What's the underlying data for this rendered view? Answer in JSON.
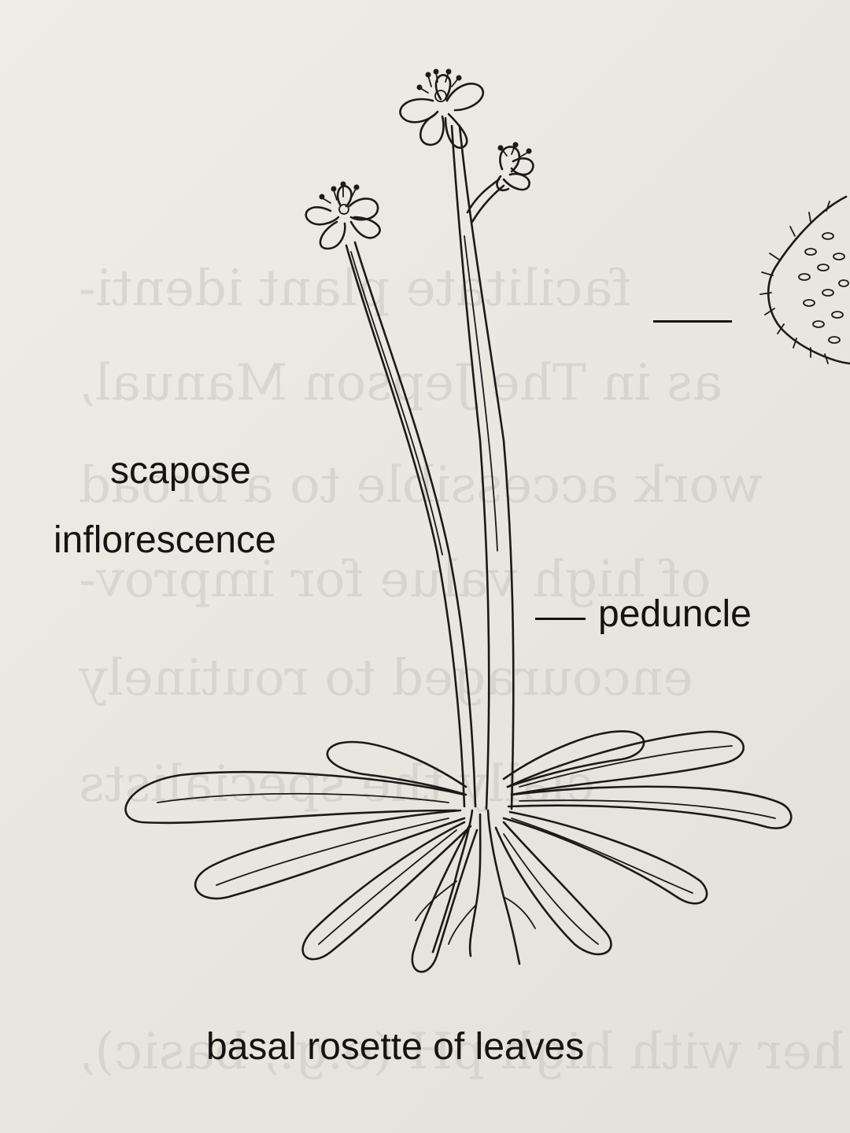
{
  "labels": {
    "scapose_line1": "scapose",
    "scapose_line2": "inflorescence",
    "peduncle": "peduncle",
    "basal_rosette": "basal rosette of leaves"
  },
  "colors": {
    "paper": "#e9e8e2",
    "ink": "#1b1a18",
    "bleed_through": "#c9c7c1"
  },
  "bleed_through_text": [
    "facilitate plant identi-",
    "as in The Jepson Manual,",
    "work accessible to a broad",
    "of high value for improv-",
    "encouraged to routinely",
    "cially the specialists",
    "her with high pH (e.g., basic),"
  ]
}
